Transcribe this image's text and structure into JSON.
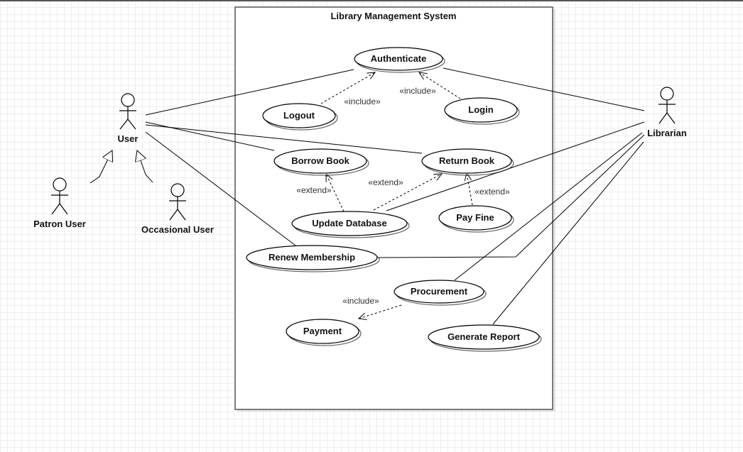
{
  "system": {
    "title": "Library Management System"
  },
  "actors": {
    "user": "User",
    "librarian": "Librarian",
    "patron": "Patron User",
    "occasional": "Occasional User"
  },
  "use_cases": {
    "authenticate": "Authenticate",
    "logout": "Logout",
    "login": "Login",
    "borrow_book": "Borrow Book",
    "return_book": "Return Book",
    "update_database": "Update Database",
    "pay_fine": "Pay Fine",
    "renew_membership": "Renew Membership",
    "procurement": "Procurement",
    "payment": "Payment",
    "generate_report": "Generate Report"
  },
  "relations": {
    "logout_include": "«include»",
    "login_include": "«include»",
    "borrow_extend": "«extend»",
    "return_extend": "«extend»",
    "payfine_extend": "«extend»",
    "procurement_include": "«include»"
  }
}
